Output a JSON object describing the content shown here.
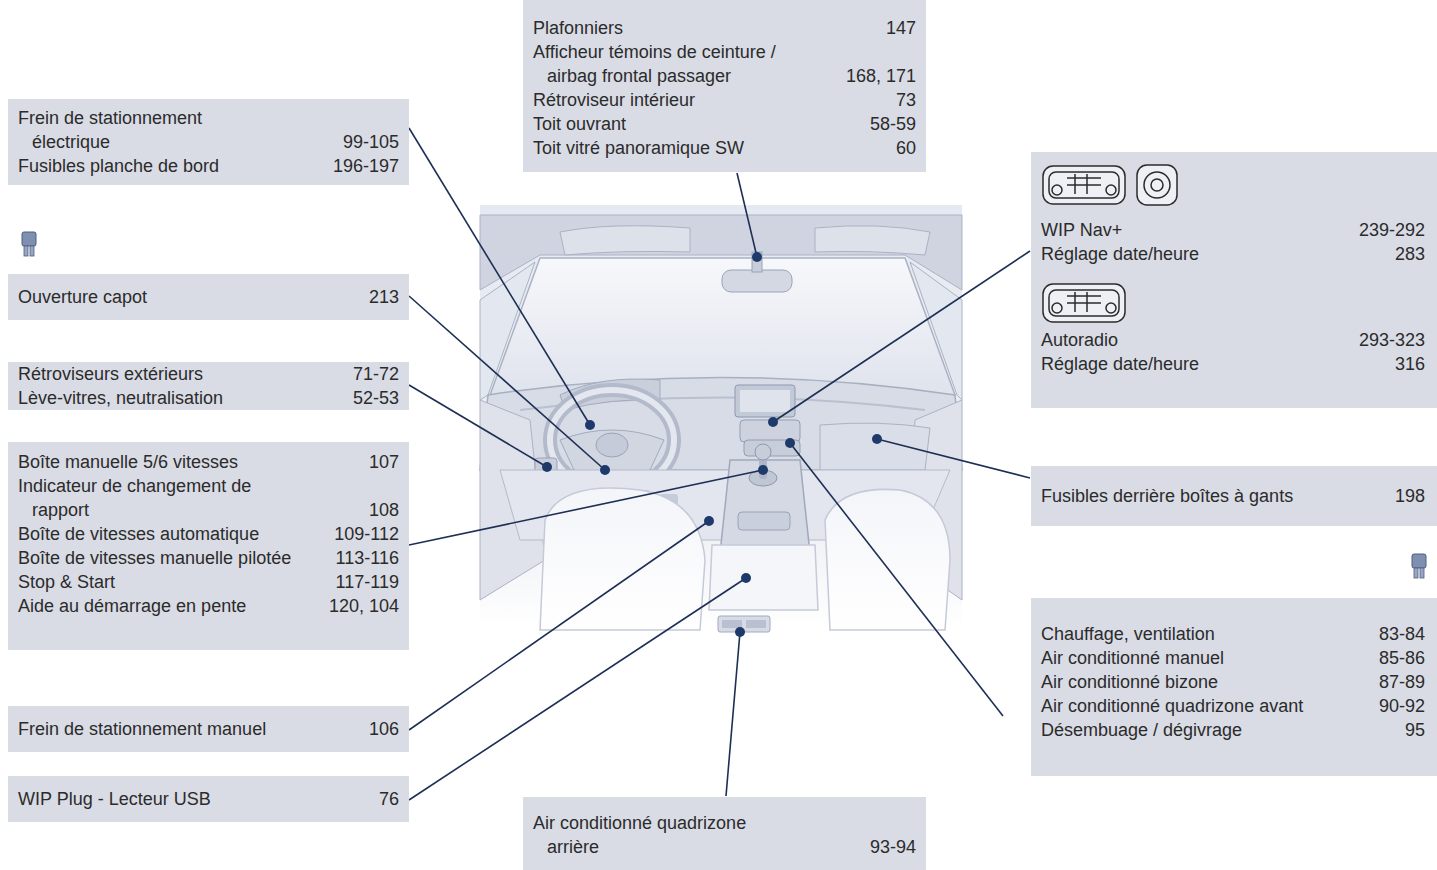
{
  "diagram": {
    "nodes": [
      {
        "text": [
          "Frein de stationnement électrique",
          "99-105",
          "Fusibles planche de bord",
          "196-197"
        ]
      },
      {
        "text": [
          "Ouverture capot",
          "213"
        ]
      },
      {
        "text": [
          "Rétroviseurs extérieurs",
          "71-72",
          "Lève-vitres, neutralisation",
          "52-53"
        ]
      },
      {
        "text": [
          "Boîte manuelle 5/6 vitesses",
          "107",
          "Indicateur de changement de rapport",
          "108",
          "Boîte de vitesses automatique",
          "109-112",
          "Boîte de vitesses manuelle pilotée",
          "113-116",
          "Stop & Start",
          "117-119",
          "Aide au démarrage en pente",
          "120, 104"
        ]
      },
      {
        "text": [
          "Frein de stationnement manuel",
          "106"
        ]
      },
      {
        "text": [
          "WIP Plug - Lecteur USB",
          "76"
        ]
      },
      {
        "text": [
          "Plafonniers",
          "147",
          "Afficheur témoins de ceinture / airbag frontal passager",
          "168, 171",
          "Rétroviseur intérieur",
          "73",
          "Toit ouvrant",
          "58-59",
          "Toit vitré panoramique SW",
          "60"
        ]
      },
      {
        "text": [
          "WIP Nav+",
          "239-292",
          "Réglage date/heure",
          "283",
          "Autoradio",
          "293-323",
          "Réglage date/heure",
          "316"
        ]
      },
      {
        "text": [
          "Fusibles derrière boîtes à gants",
          "198"
        ]
      },
      {
        "text": [
          "Chauffage, ventilation",
          "83-84",
          "Air conditionné manuel",
          "85-86",
          "Air conditionné bizone",
          "87-89",
          "Air conditionné quadrizone avant",
          "90-92",
          "Désembuage / dégivrage",
          "95"
        ]
      },
      {
        "text": [
          "Air conditionné quadrizone arrière",
          "93-94"
        ]
      }
    ]
  }
}
